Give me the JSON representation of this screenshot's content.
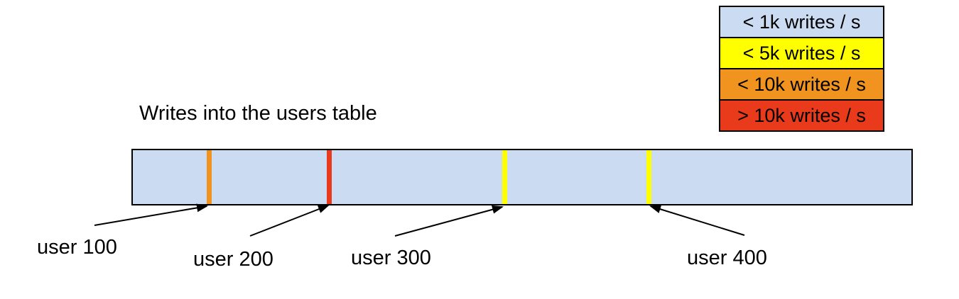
{
  "title": "Writes into the users table",
  "legend": {
    "items": [
      {
        "label": "< 1k writes / s",
        "color": "#cbdcf2"
      },
      {
        "label": "< 5k writes / s",
        "color": "#ffff00"
      },
      {
        "label": "< 10k writes / s",
        "color": "#f0941f"
      },
      {
        "label": "> 10k writes / s",
        "color": "#ea3a1c"
      }
    ]
  },
  "bar": {
    "fill_color": "#cbdcf2",
    "border_color": "#000000"
  },
  "markers": [
    {
      "label": "user 100",
      "color": "#f0941f",
      "position_pct": 9.8
    },
    {
      "label": "user 200",
      "color": "#ea3a1c",
      "position_pct": 25.2
    },
    {
      "label": "user 300",
      "color": "#ffff00",
      "position_pct": 47.7
    },
    {
      "label": "user 400",
      "color": "#ffff00",
      "position_pct": 66.2
    }
  ]
}
